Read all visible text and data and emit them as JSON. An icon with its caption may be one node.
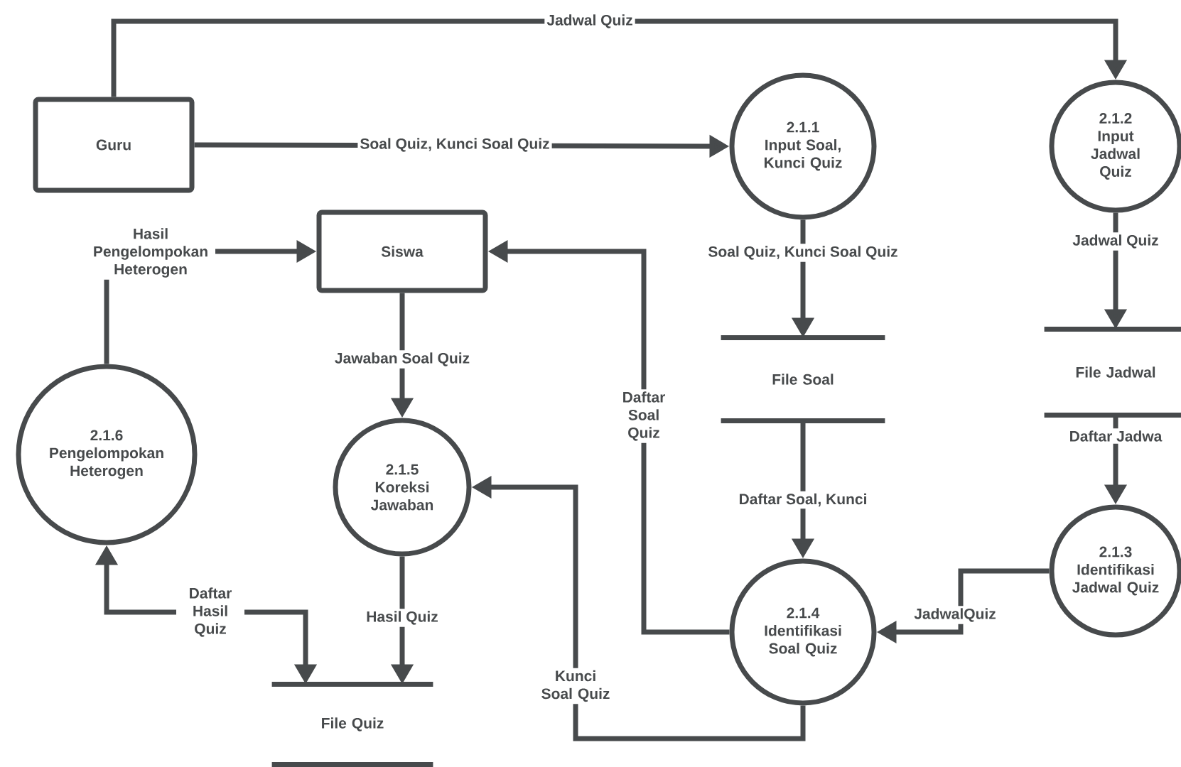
{
  "diagram": {
    "nodes": [
      {
        "text": [
          "Guru"
        ]
      },
      {
        "text": [
          "2.1.1",
          "Input Soal, Kunci Quiz"
        ]
      },
      {
        "text": [
          "2.1.2",
          "Input Jadwal Quiz"
        ]
      },
      {
        "text": [
          "Siswa"
        ]
      },
      {
        "text": [
          "File Soal"
        ]
      },
      {
        "text": [
          "File Jadwal"
        ]
      },
      {
        "text": [
          "2.1.6",
          "Pengelompokan Heterogen"
        ]
      },
      {
        "text": [
          "2.1.5",
          "Koreksi Jawaban"
        ]
      },
      {
        "text": [
          "2.1.3",
          "Identifikasi Jadwal Quiz"
        ]
      },
      {
        "text": [
          "2.1.4",
          "Identifikasi Soal Quiz"
        ]
      },
      {
        "text": [
          "File Quiz"
        ]
      }
    ],
    "edges": [
      {
        "from": 0,
        "to": 2,
        "arrow": "to",
        "label": "Jadwal Quiz"
      },
      {
        "from": 0,
        "to": 1,
        "arrow": "to",
        "label": "Soal Quiz, Kunci Soal Quiz"
      },
      {
        "from": 1,
        "to": 4,
        "arrow": "to",
        "label": "Soal Quiz, Kunci Soal Quiz"
      },
      {
        "from": 2,
        "to": 5,
        "arrow": "to",
        "label": "Jadwal Quiz"
      },
      {
        "from": 3,
        "to": 7,
        "arrow": "to",
        "label": "Jawaban Soal Quiz"
      },
      {
        "from": 6,
        "to": 3,
        "arrow": "to",
        "label": "Hasil Pengelompokan Heterogen"
      },
      {
        "from": 9,
        "to": 3,
        "arrow": "to",
        "label": "Daftar Soal Quiz"
      },
      {
        "from": 4,
        "to": 9,
        "arrow": "to",
        "label": "Daftar Soal, Kunci"
      },
      {
        "from": 5,
        "to": 8,
        "arrow": "to",
        "label": "Daftar Jadwa"
      },
      {
        "from": 8,
        "to": 9,
        "arrow": "to",
        "label": "JadwalQuiz"
      },
      {
        "from": 9,
        "to": 7,
        "arrow": "to",
        "label": "Kunci Soal Quiz"
      },
      {
        "from": 7,
        "to": 10,
        "arrow": "to",
        "label": "Hasil Quiz"
      },
      {
        "from": 10,
        "to": 6,
        "arrow": "both",
        "label": "Daftar Hasil Quiz"
      }
    ]
  }
}
